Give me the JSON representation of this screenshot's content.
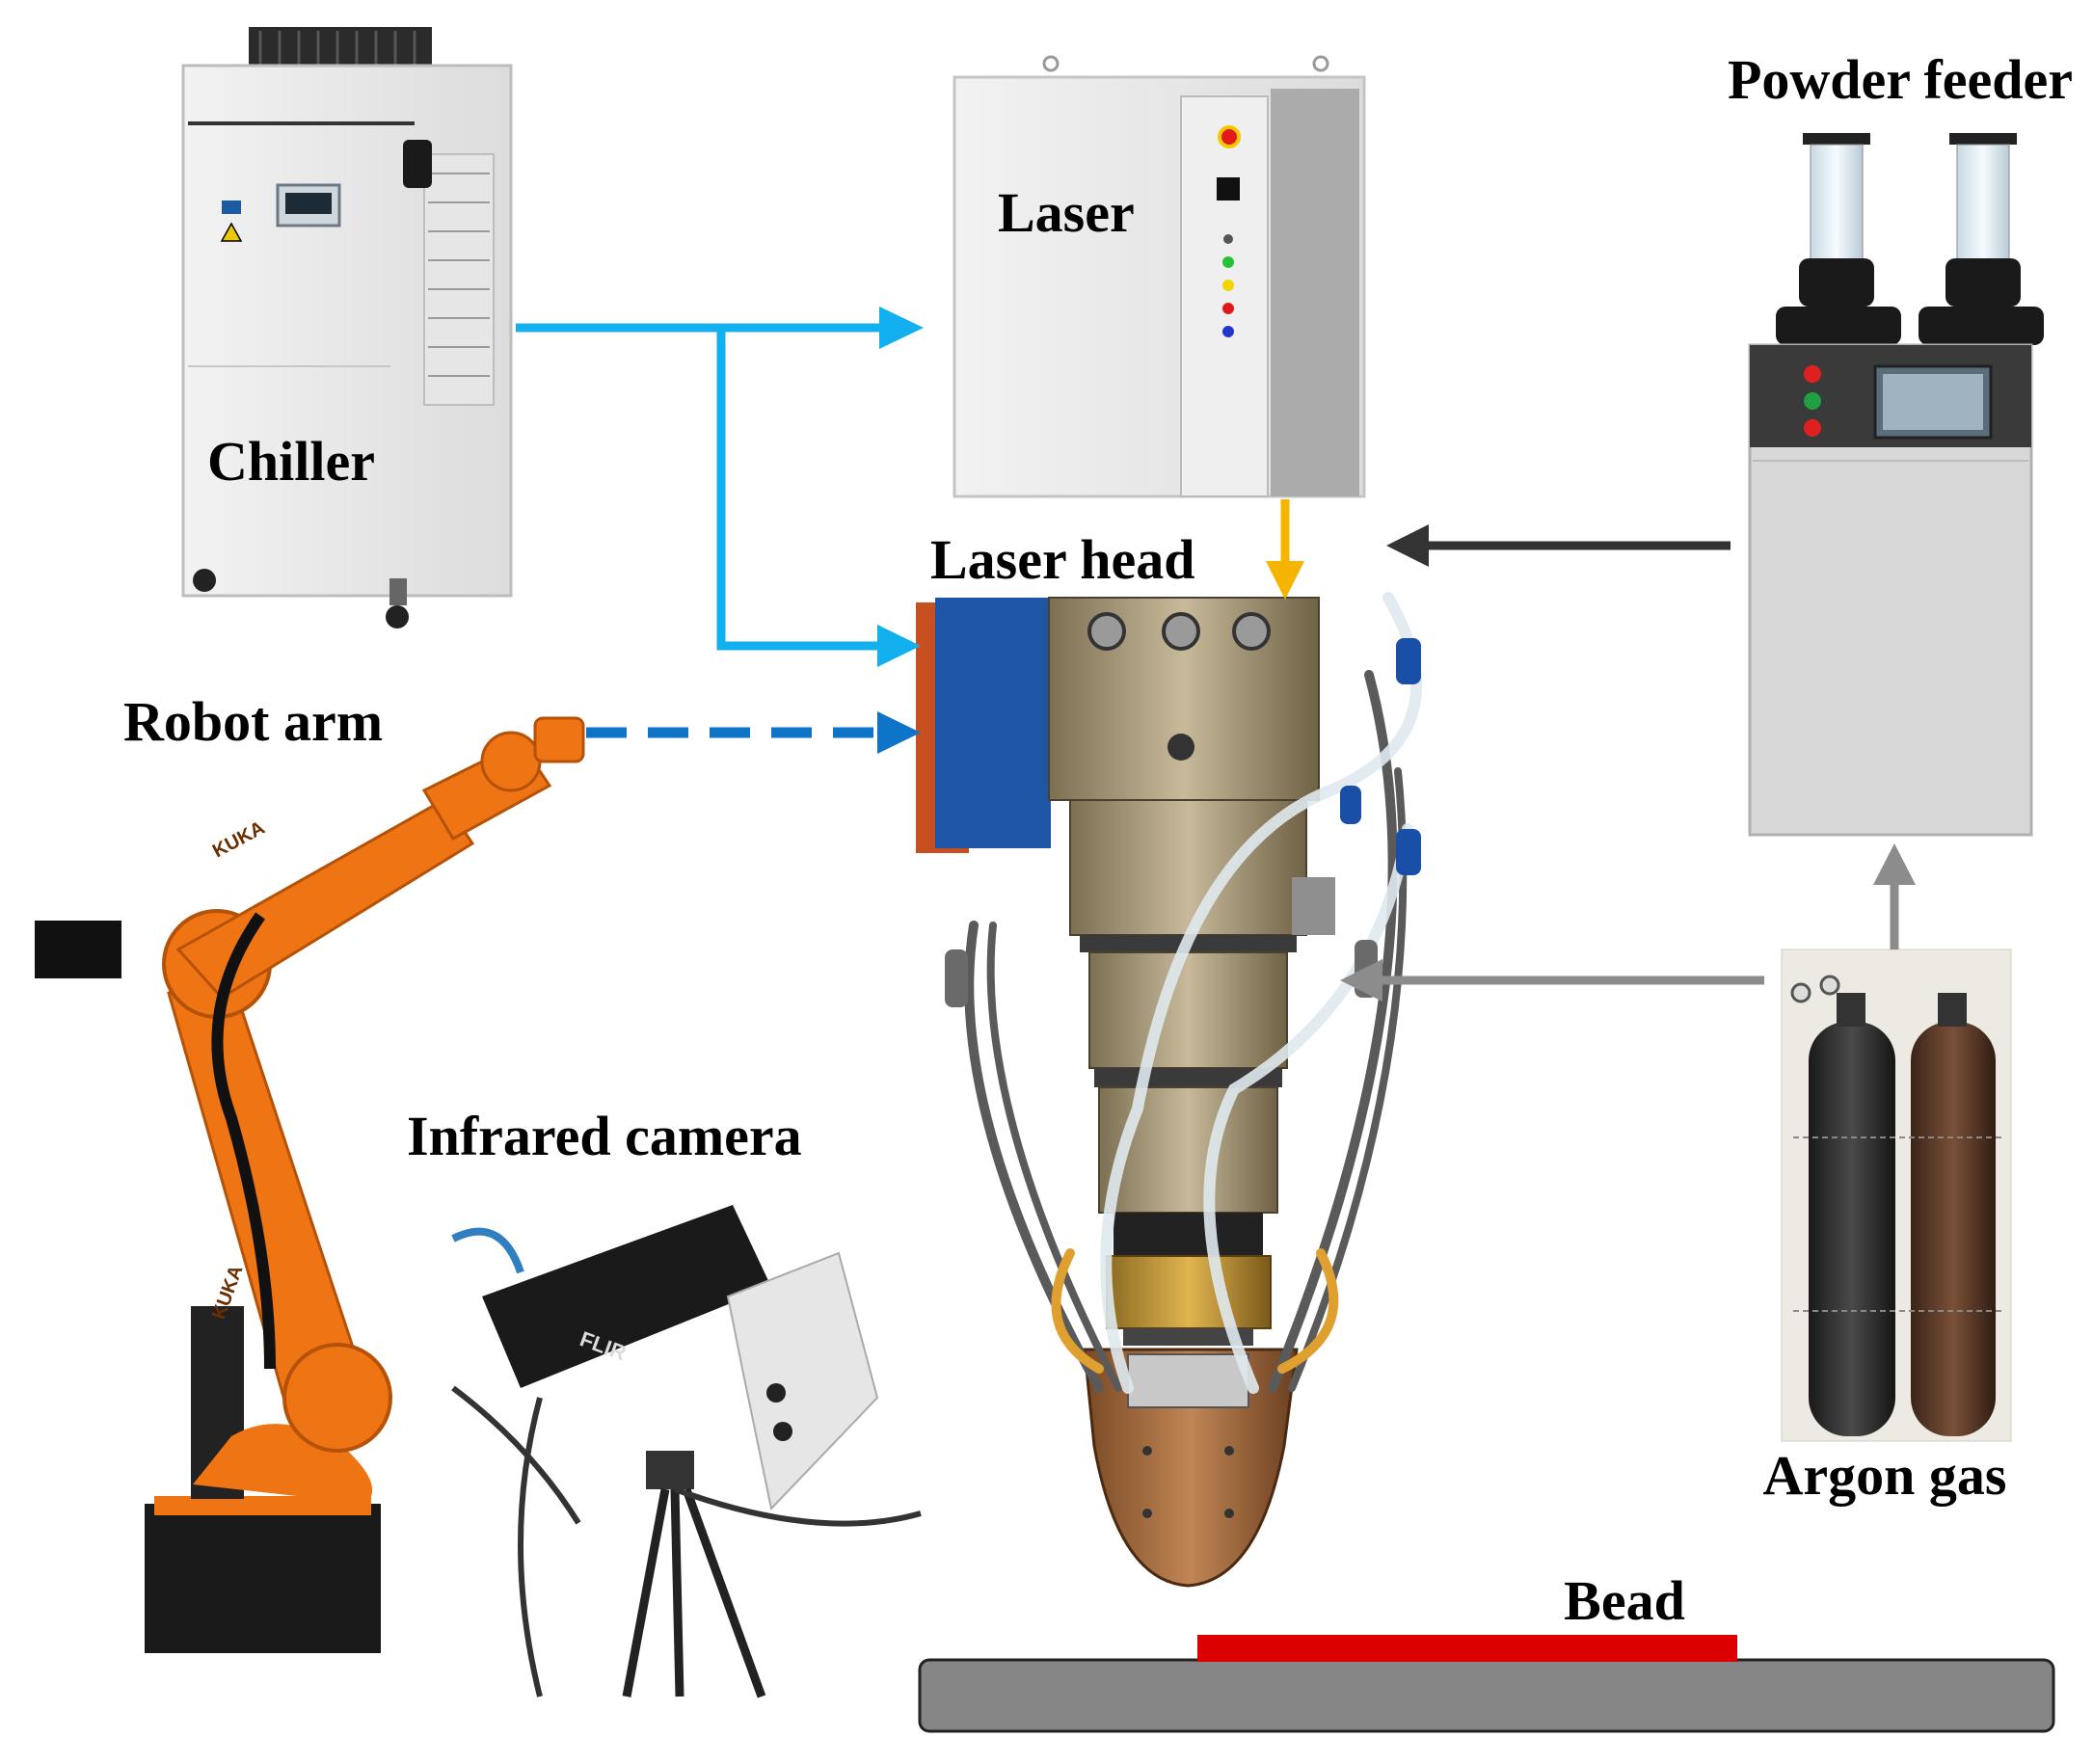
{
  "labels": {
    "chiller": "Chiller",
    "laser": "Laser",
    "powder_feeder": "Powder feeder",
    "laser_head": "Laser head",
    "robot_arm": "Robot arm",
    "infrared_camera": "Infrared camera",
    "argon_gas": "Argon gas",
    "bead": "Bead",
    "robot_brand": "KUKA",
    "camera_brand": "FLIR"
  },
  "colors": {
    "cooling_line": "#12b0ee",
    "robot_link": "#0d74c8",
    "laser_beam": "#f5b400",
    "powder_line": "#333333",
    "gas_line": "#8c8c8c",
    "bead": "#dd0000",
    "substrate": "#868686",
    "robot_orange": "#ee7414"
  }
}
